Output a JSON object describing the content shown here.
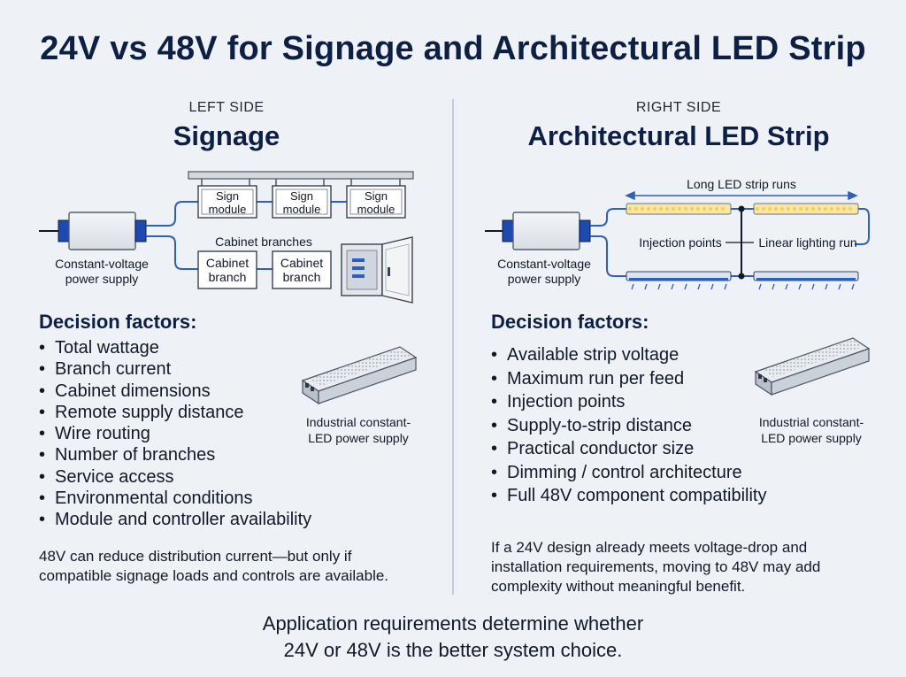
{
  "title": "24V vs 48V for Signage and Architectural LED Strip",
  "left": {
    "tag": "LEFT SIDE",
    "heading": "Signage",
    "psu_label_line1": "Constant-voltage",
    "psu_label_line2": "power supply",
    "sign_module_line1": "Sign",
    "sign_module_line2": "module",
    "cabinet_branches_label": "Cabinet branches",
    "cabinet_branch_line1": "Cabinet",
    "cabinet_branch_line2": "branch",
    "decision_title": "Decision factors:",
    "factors": [
      "Total wattage",
      "Branch current",
      "Cabinet dimensions",
      "Remote supply distance",
      "Wire routing",
      "Number of branches",
      "Service access",
      "Environmental conditions",
      "Module and controller availability"
    ],
    "industrial_line1": "Industrial constant-",
    "industrial_line2": "LED power supply",
    "note_line1": "48V can reduce distribution current—but only if",
    "note_line2": "compatible signage loads and controls are available."
  },
  "right": {
    "tag": "RIGHT SIDE",
    "heading": "Architectural LED Strip",
    "long_runs_label": "Long LED strip runs",
    "injection_label": "Injection points",
    "linear_label": "Linear lighting run",
    "psu_label_line1": "Constant-voltage",
    "psu_label_line2": "power supply",
    "decision_title": "Decision factors:",
    "factors": [
      "Available strip voltage",
      "Maximum run per feed",
      "Injection points",
      "Supply-to-strip distance",
      "Practical conductor size",
      "Dimming / control architecture",
      "Full 48V component compatibility"
    ],
    "industrial_line1": "Industrial constant-",
    "industrial_line2": "LED power supply",
    "note_line1": "If a 24V design already meets voltage-drop and",
    "note_line2": "installation requirements, moving to 48V may add",
    "note_line3": "complexity without meaningful benefit."
  },
  "footer_line1": "Application requirements determine whether",
  "footer_line2": "24V or 48V is the better system choice.",
  "colors": {
    "title": "#0d2044",
    "wire": "#2f5fb8",
    "psu_body": "#e6e9ee",
    "psu_cap": "#1e49b0",
    "strip_light": "#f5cf52",
    "background": "#eef2f7"
  }
}
